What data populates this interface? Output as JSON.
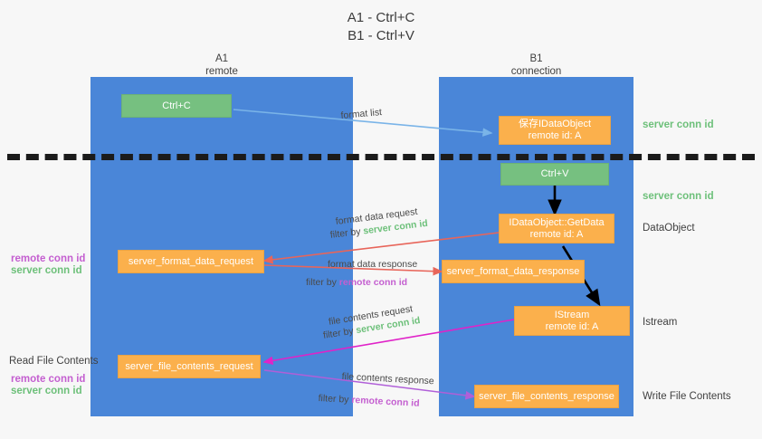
{
  "title": {
    "line1": "A1 - Ctrl+C",
    "line2": "B1 - Ctrl+V"
  },
  "lanes": [
    {
      "name": "A1",
      "sub": "remote"
    },
    {
      "name": "B1",
      "sub": "connection"
    }
  ],
  "boxes": {
    "ctrl_c": {
      "line1": "Ctrl+C",
      "line2": ""
    },
    "ctrl_v": {
      "line1": "Ctrl+V",
      "line2": ""
    },
    "save_idataobject": {
      "line1": "保存IDataObject",
      "line2": "remote id: A"
    },
    "idataobject_getdata": {
      "line1": "IDataObject::GetData",
      "line2": "remote id: A"
    },
    "istream": {
      "line1": "IStream",
      "line2": "remote id: A"
    },
    "server_format_data_request": {
      "line1": "server_format_data_request",
      "line2": ""
    },
    "server_format_data_response": {
      "line1": "server_format_data_response",
      "line2": ""
    },
    "server_file_contents_request": {
      "line1": "server_file_contents_request",
      "line2": ""
    },
    "server_file_contents_response": {
      "line1": "server_file_contents_response",
      "line2": ""
    }
  },
  "right_labels": {
    "server_conn_id_top": "server conn id",
    "server_conn_id_second": "server conn id",
    "dataobject": "DataObject",
    "istream": "Istream",
    "write_file_contents": "Write File Contents"
  },
  "left_labels": {
    "remote_conn_id_upper": "remote conn id",
    "server_conn_id_upper": "server conn id",
    "read_file_contents": "Read File Contents",
    "remote_conn_id_lower": "remote conn id",
    "server_conn_id_lower": "server conn id"
  },
  "flow_labels": {
    "format_list": "format list",
    "format_data_request": "format data request",
    "format_data_request_filter_prefix": "filter by ",
    "format_data_request_filter_value": "server conn id",
    "format_data_response": "format data response",
    "format_data_response_filter_prefix": "filter by ",
    "format_data_response_filter_value": "remote conn id",
    "file_contents_request": "file contents request",
    "file_contents_request_filter_prefix": "filter by ",
    "file_contents_request_filter_value": "server conn id",
    "file_contents_response": "file contents response",
    "file_contents_response_filter_prefix": "filter by ",
    "file_contents_response_filter_value": "remote conn id"
  },
  "colors": {
    "lane": "#4a86d8",
    "orange": "#fbb04c",
    "green_box": "#76c080",
    "green_text": "#6dc07a",
    "purple_text": "#c45fd0",
    "arrow_blue": "#7ab4e8",
    "arrow_red": "#e8655a",
    "arrow_magenta": "#e023c8",
    "arrow_purple": "#b05fd8",
    "arrow_black": "#000000",
    "background": "#f7f7f7"
  }
}
